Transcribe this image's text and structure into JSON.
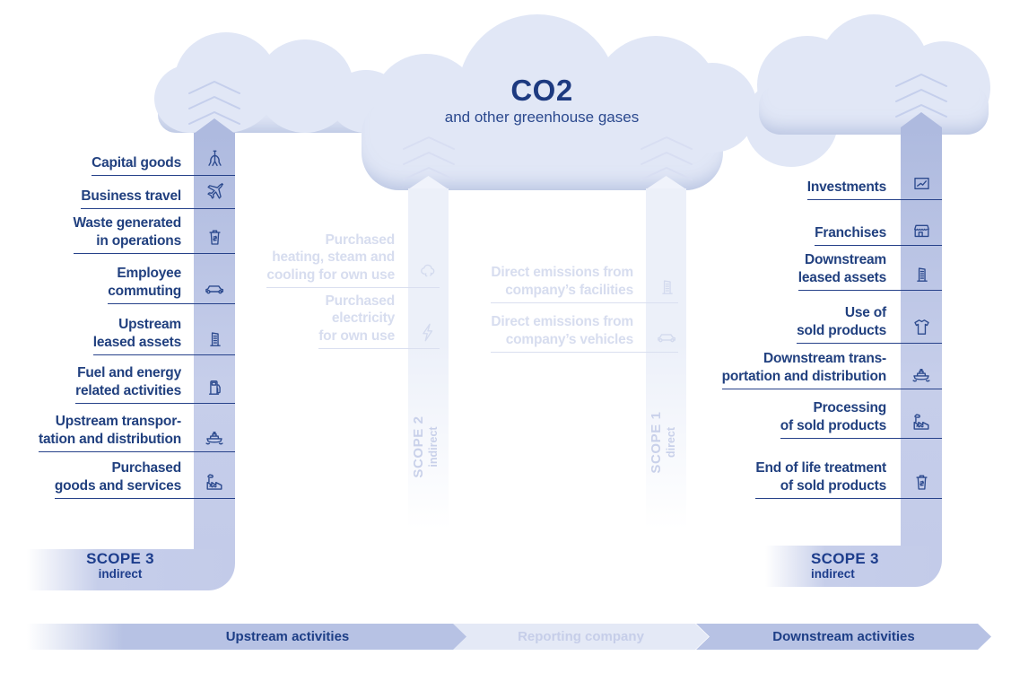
{
  "title": {
    "gas": "CO2",
    "subtitle": "and other greenhouse gases"
  },
  "upstream": {
    "scope": {
      "label": "SCOPE 3",
      "sublabel": "indirect"
    },
    "items": [
      {
        "label": "Capital goods",
        "icon": "crane-claw-icon"
      },
      {
        "label": "Business travel",
        "icon": "airplane-icon"
      },
      {
        "label": "Waste generated\nin operations",
        "icon": "waste-bin-icon"
      },
      {
        "label": "Employee\ncommuting",
        "icon": "car-icon"
      },
      {
        "label": "Upstream\nleased assets",
        "icon": "office-building-icon"
      },
      {
        "label": "Fuel and energy\nrelated activities",
        "icon": "fuel-pump-icon"
      },
      {
        "label": "Upstream transpor-\ntation and distribution",
        "icon": "cargo-ship-icon"
      },
      {
        "label": "Purchased\ngoods and services",
        "icon": "factory-icon"
      }
    ]
  },
  "scope2": {
    "label": "SCOPE 2",
    "sublabel": "indirect",
    "items": [
      {
        "label": "Purchased\nheating, steam and\ncooling for own use",
        "icon": "steam-icon"
      },
      {
        "label": "Purchased\nelectricity\nfor own use",
        "icon": "lightning-bolt-icon"
      }
    ]
  },
  "scope1": {
    "label": "SCOPE 1",
    "sublabel": "direct",
    "items": [
      {
        "label": "Direct emissions from\ncompany’s facilities",
        "icon": "facility-building-icon"
      },
      {
        "label": "Direct emissions from\ncompany’s vehicles",
        "icon": "company-car-icon"
      }
    ]
  },
  "downstream": {
    "scope": {
      "label": "SCOPE 3",
      "sublabel": "indirect"
    },
    "items": [
      {
        "label": "Investments",
        "icon": "investment-chart-icon"
      },
      {
        "label": "Franchises",
        "icon": "storefront-icon"
      },
      {
        "label": "Downstream\nleased assets",
        "icon": "office-building-icon"
      },
      {
        "label": "Use of\nsold products",
        "icon": "tshirt-icon"
      },
      {
        "label": "Downstream trans-\nportation and distribution",
        "icon": "cargo-ship-icon"
      },
      {
        "label": "Processing\nof sold products",
        "icon": "factory-icon"
      },
      {
        "label": "End of life treatment\nof sold products",
        "icon": "waste-bin-icon"
      }
    ]
  },
  "bottom_bar": {
    "segments": [
      {
        "label": "Upstream activities"
      },
      {
        "label": "Reporting company"
      },
      {
        "label": "Downstream activities"
      }
    ]
  },
  "colors": {
    "navy": "#1e3c85",
    "pillar": "#b7c2e4",
    "cloud": "#e1e7f6",
    "muted": "#d8def0"
  }
}
